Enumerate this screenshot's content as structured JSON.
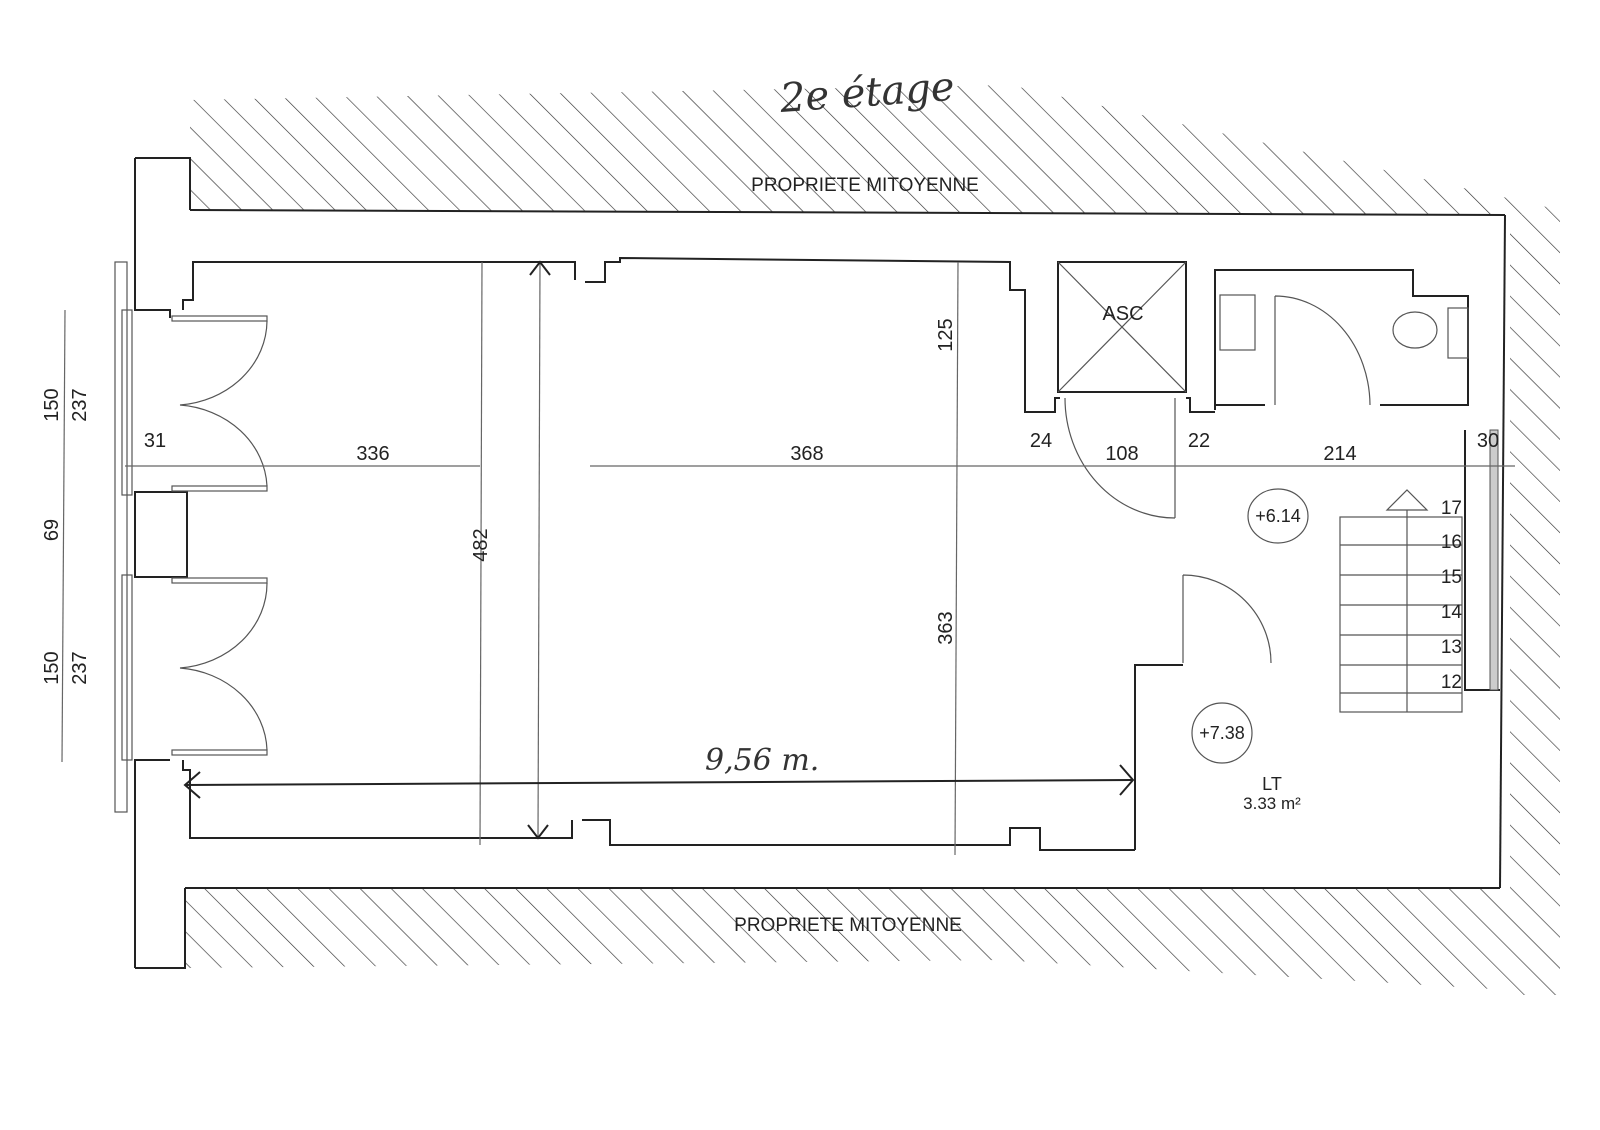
{
  "title": "2e étage",
  "neighbors": {
    "top": "PROPRIETE MITOYENNE",
    "bottom": "PROPRIETE MITOYENNE"
  },
  "rooms": {
    "elevator": "ASC",
    "landing_level": "+6.14",
    "lt_level": "+7.38",
    "lt_name": "LT",
    "lt_area": "3.33 m²"
  },
  "stairs": {
    "steps": [
      "17",
      "16",
      "15",
      "14",
      "13",
      "12"
    ]
  },
  "dimensions": {
    "horizontal": [
      "31",
      "336",
      "368",
      "24",
      "108",
      "22",
      "214",
      "30"
    ],
    "left_outer": [
      "150",
      "69",
      "150"
    ],
    "left_inner": [
      "237",
      "237"
    ],
    "depth_total": "482",
    "depth_upper": "125",
    "depth_lower": "363",
    "handwritten_length": "9,56 m."
  },
  "colors": {
    "line": "#222222",
    "background": "#ffffff"
  }
}
